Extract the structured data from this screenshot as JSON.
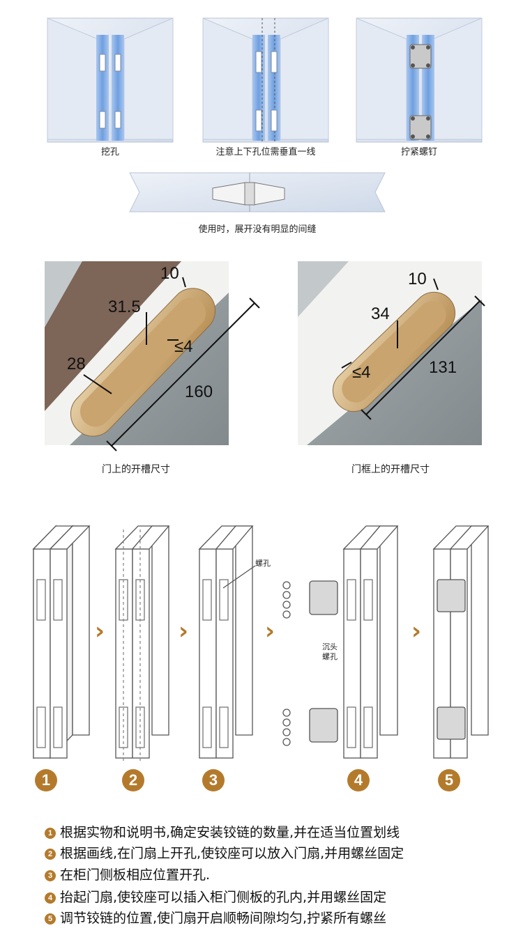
{
  "top_diagrams": {
    "captions": [
      "挖孔",
      "注意上下孔位需垂直一线",
      "拧紧螺钉"
    ],
    "flat_caption": "使用时，展开没有明显的间缝"
  },
  "slot_diagrams": {
    "door": {
      "caption": "门上的开槽尺寸",
      "dims": [
        "10",
        "31.5",
        "≤4",
        "28",
        "160"
      ]
    },
    "frame": {
      "caption": "门框上的开槽尺寸",
      "dims": [
        "10",
        "34",
        "≤4",
        "131"
      ]
    }
  },
  "install_steps": {
    "screw_hole_label": "螺孔",
    "countersunk_label_1": "沉头",
    "countersunk_label_2": "螺孔",
    "numbers": [
      "1",
      "2",
      "3",
      "4",
      "5"
    ],
    "arrow_glyph": "›",
    "items": [
      {
        "num": "1",
        "text": "根据实物和说明书,确定安装铰链的数量,并在适当位置划线"
      },
      {
        "num": "2",
        "text": "根据画线,在门扇上开孔,使铰座可以放入门扇,并用螺丝固定"
      },
      {
        "num": "3",
        "text": "在柜门侧板相应位置开孔."
      },
      {
        "num": "4",
        "text": "抬起门扇,使铰座可以插入柜门侧板的孔内,并用螺丝固定"
      },
      {
        "num": "5",
        "text": "调节铰链的位置,使门扇开启顺畅间隙均匀,拧紧所有螺丝"
      }
    ]
  },
  "colors": {
    "accent": "#b47a2c",
    "glass": "#dfe6f1",
    "hinge_blue": "#8fb4e6",
    "wood": "#d6b88a"
  }
}
